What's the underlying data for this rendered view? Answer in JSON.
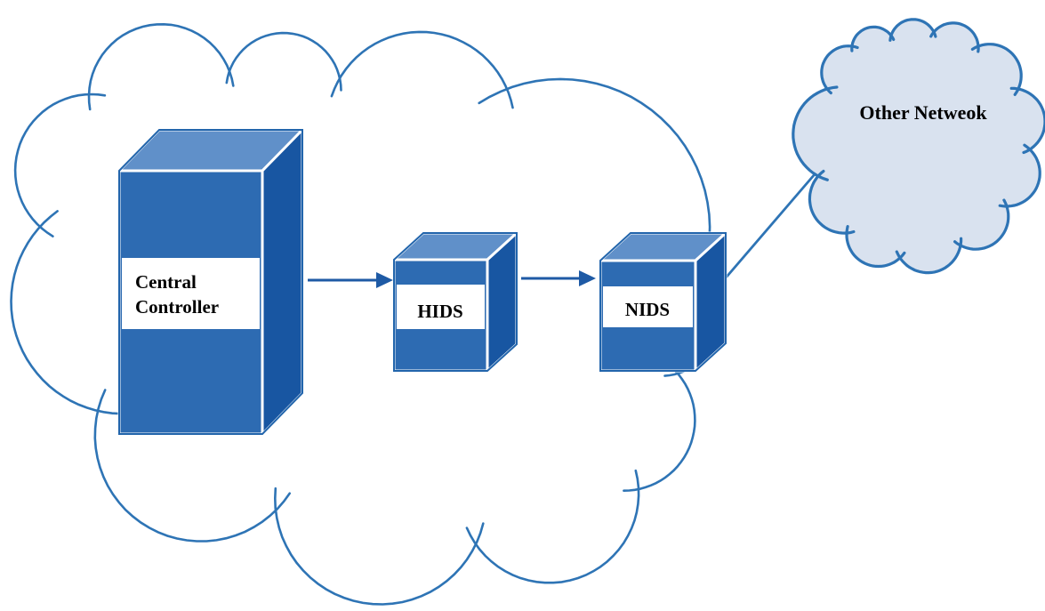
{
  "diagram": {
    "kind": "network-ids-architecture",
    "nodes": {
      "central_controller": {
        "label_line1": "Central",
        "label_line2": "Controller"
      },
      "hids": {
        "label": "HIDS"
      },
      "nids": {
        "label": "NIDS"
      },
      "other_network": {
        "label": "Other Netweok"
      }
    },
    "edges": [
      {
        "from": "central_controller",
        "to": "hids",
        "style": "arrow"
      },
      {
        "from": "hids",
        "to": "nids",
        "style": "arrow"
      },
      {
        "from": "nids",
        "to": "other_network",
        "style": "line"
      }
    ],
    "colors": {
      "background": "#ffffff",
      "cloud_stroke": "#2E74B5",
      "big_cloud_fill": "#ffffff",
      "small_cloud_fill": "#D9E2EF",
      "box_front": "#2D6BB2",
      "box_top": "#6090C9",
      "box_side": "#1856A2",
      "box_outline": "#2265AC",
      "arrow": "#1E5AA5",
      "connector": "#2E74B5",
      "label_band": "#FFFFFF",
      "text": "#000000"
    }
  }
}
